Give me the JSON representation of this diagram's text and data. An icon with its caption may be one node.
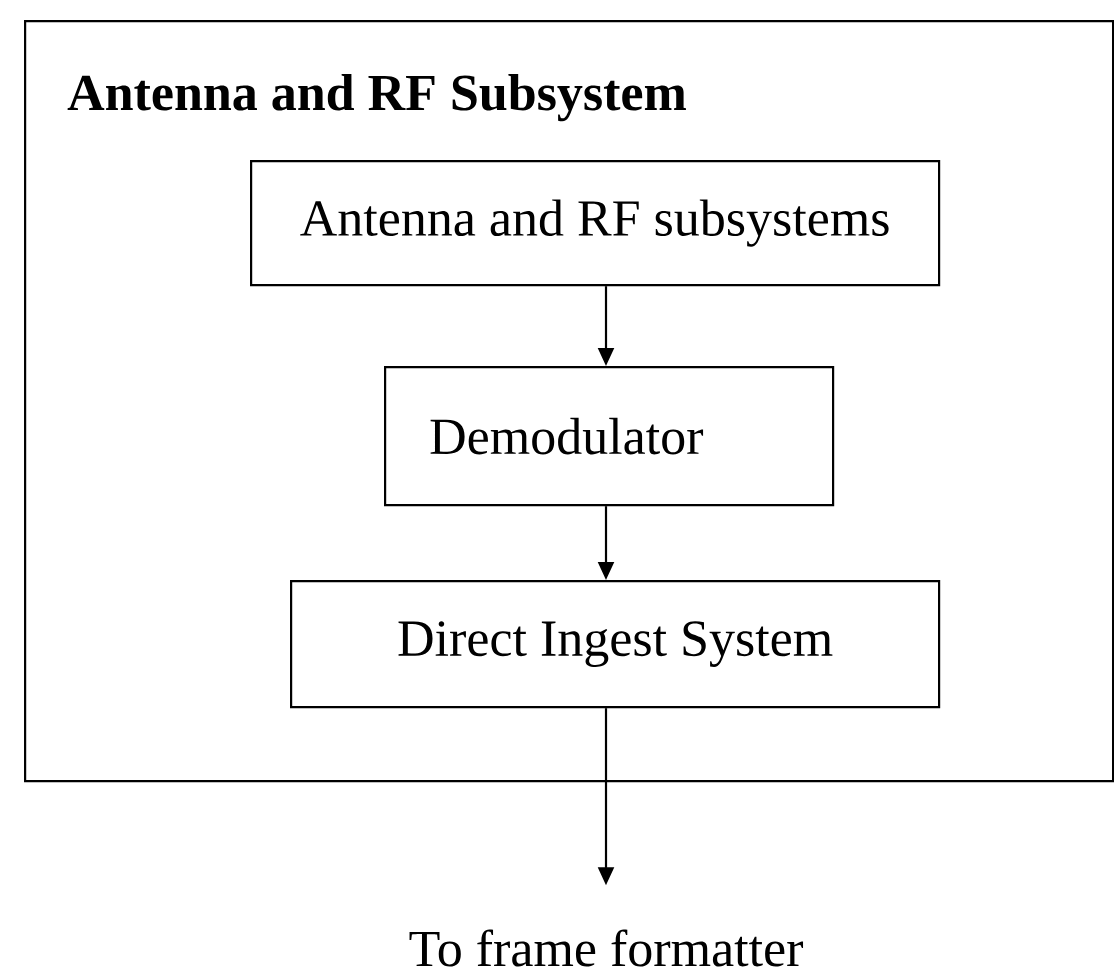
{
  "diagram": {
    "nodes": [
      {
        "text": [
          "Antenna and RF Subsystem"
        ]
      },
      {
        "text": [
          "Antenna and RF subsystems"
        ],
        "in": 0
      },
      {
        "text": [
          "Demodulator"
        ],
        "in": 0
      },
      {
        "text": [
          "Direct Ingest System"
        ],
        "in": 0
      },
      {
        "text": [
          "To frame formatter"
        ]
      }
    ],
    "edges": [
      {
        "from": 1,
        "to": 2,
        "arrow": "to"
      },
      {
        "from": 2,
        "to": 3,
        "arrow": "to"
      },
      {
        "from": 3,
        "to": 4,
        "arrow": "to"
      }
    ]
  }
}
